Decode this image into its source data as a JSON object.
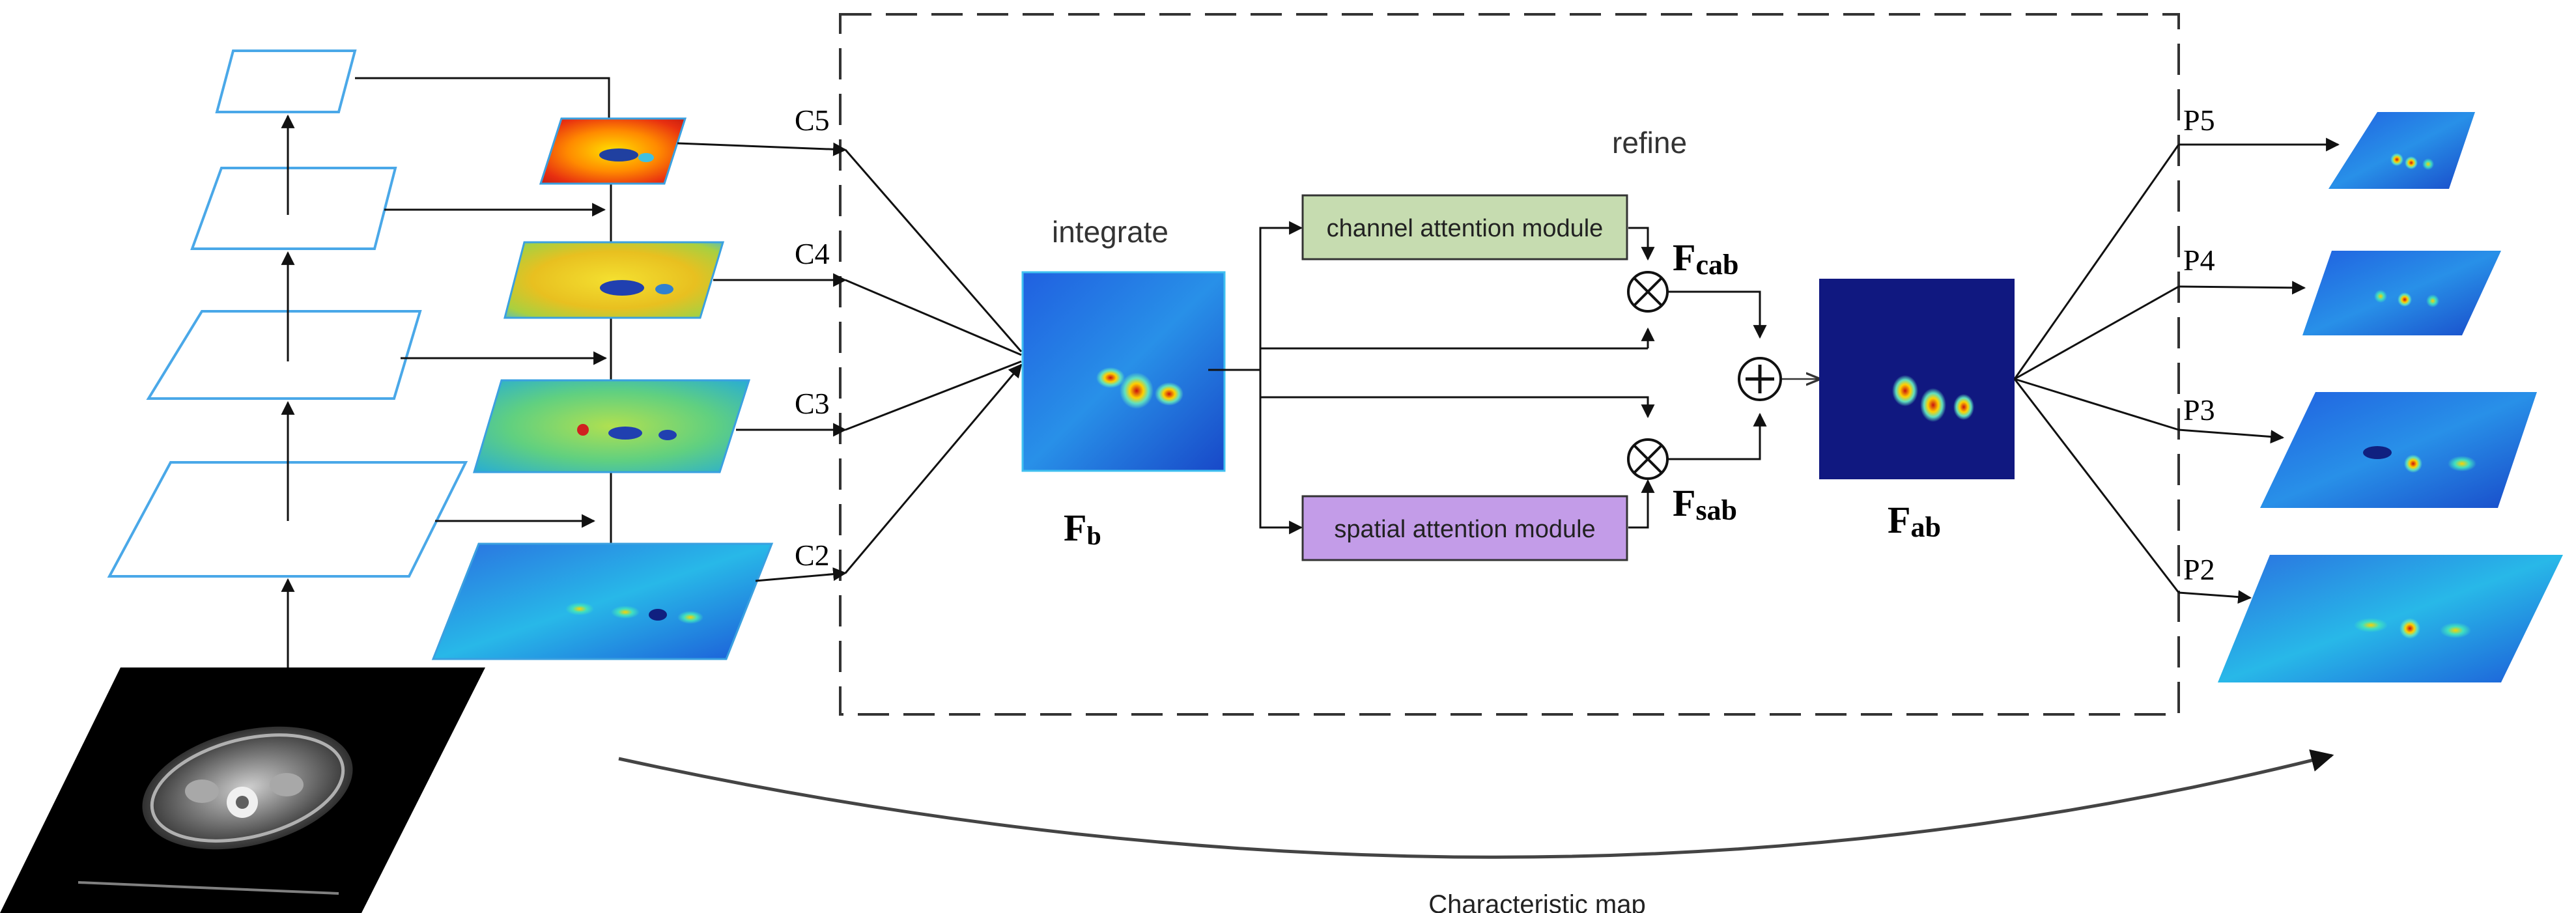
{
  "labels": {
    "c5": "C5",
    "c4": "C4",
    "c3": "C3",
    "c2": "C2",
    "p5": "P5",
    "p4": "P4",
    "p3": "P3",
    "p2": "P2",
    "integrate": "integrate",
    "refine": "refine",
    "fb_main": "F",
    "fb_sub": "b",
    "fab_main": "F",
    "fab_sub": "ab",
    "fcab_main": "F",
    "fcab_sub": "cab",
    "fsab_main": "F",
    "fsab_sub": "sab",
    "channel_module": "channel attention module",
    "spatial_module": "spatial attention module",
    "bottom_caption": "Characteristic map"
  },
  "colors": {
    "plane_stroke": "#4aa8e8",
    "channel_fill": "#c6dcb0",
    "spatial_fill": "#c39ce8",
    "line": "#111111",
    "dash": "#333333"
  }
}
